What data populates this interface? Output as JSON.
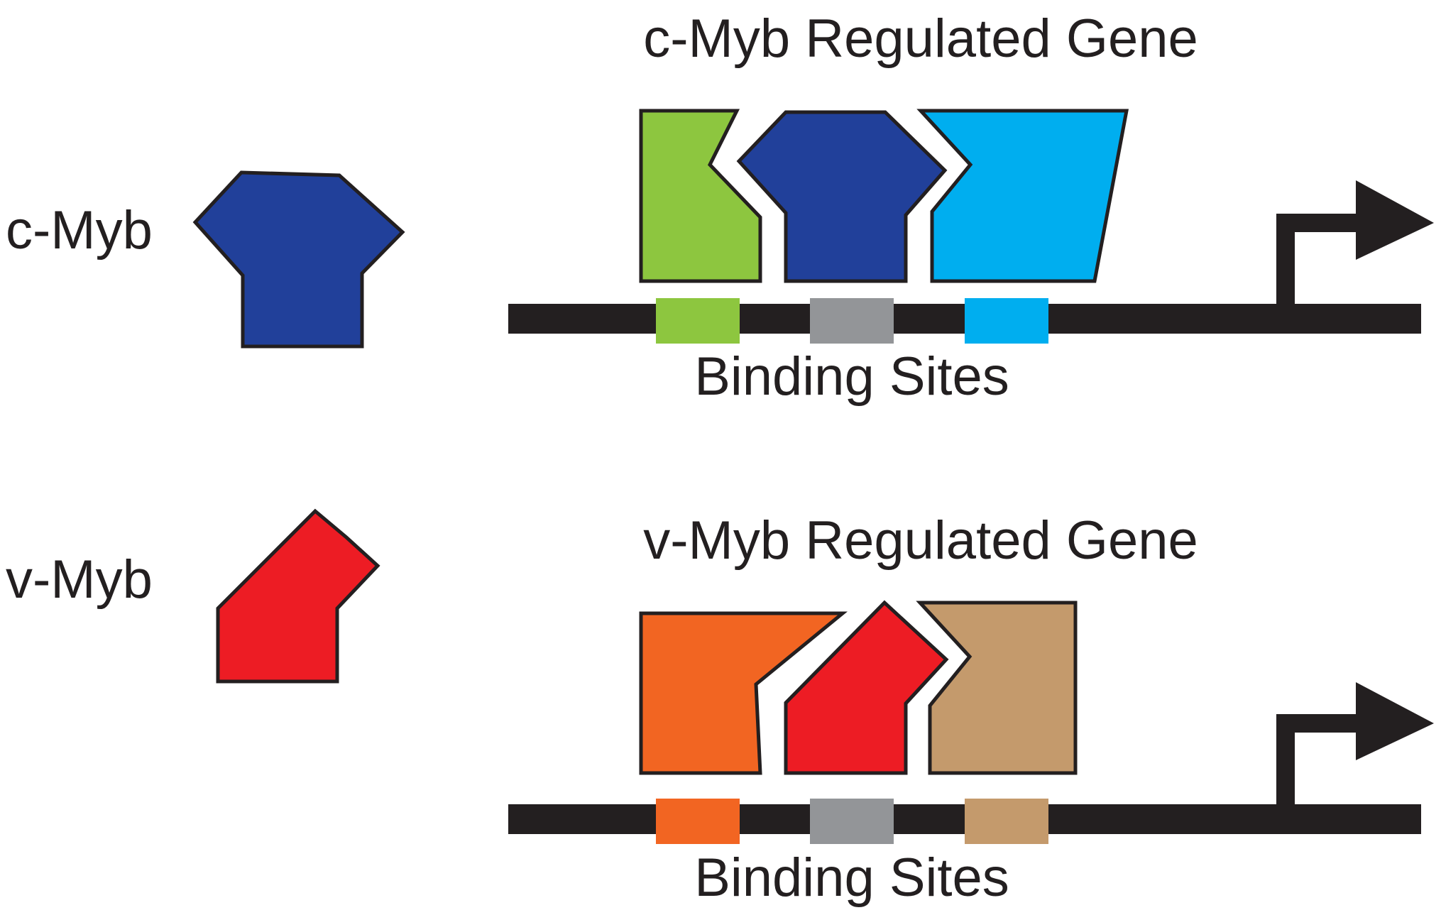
{
  "labels": {
    "c_myb": "c-Myb",
    "v_myb": "v-Myb",
    "c_gene_title": "c-Myb Regulated Gene",
    "v_gene_title": "v-Myb Regulated Gene",
    "c_binding_sites": "Binding Sites",
    "v_binding_sites": "Binding Sites"
  },
  "colors": {
    "c_myb": "#21409a",
    "v_myb": "#ed1c24",
    "green_factor": "#8dc63f",
    "cyan_factor": "#00aeef",
    "orange_factor": "#f26522",
    "tan_factor": "#c49a6c",
    "myb_site": "#939598",
    "dna": "#231f20",
    "outline": "#231f20"
  },
  "icons": [
    "transcription-start-arrow-icon"
  ]
}
